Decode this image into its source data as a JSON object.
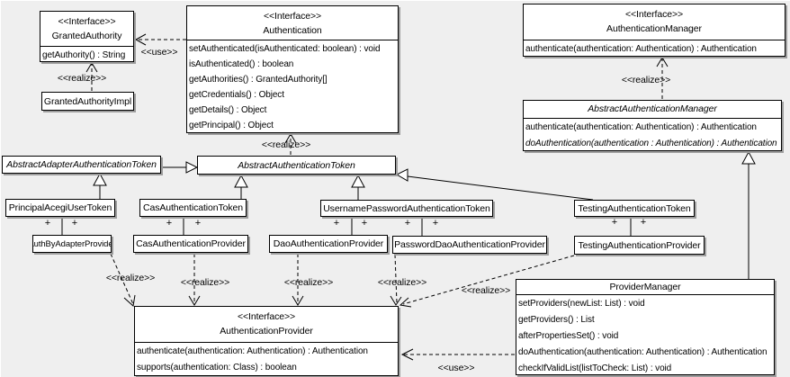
{
  "stereotypes": {
    "interface": "<<Interface>>",
    "realize": "<<realize>>",
    "use": "<<use>>",
    "plus": "+"
  },
  "classes": {
    "granted_authority": {
      "stereotype": "<<Interface>>",
      "name": "GrantedAuthority",
      "methods": [
        "getAuthority() : String"
      ]
    },
    "granted_authority_impl": {
      "name": "GrantedAuthorityImpl"
    },
    "authentication": {
      "stereotype": "<<Interface>>",
      "name": "Authentication",
      "methods": [
        "setAuthenticated(isAuthenticated: boolean) : void",
        "isAuthenticated() : boolean",
        "getAuthorities() : GrantedAuthority[]",
        "getCredentials() : Object",
        "getDetails() : Object",
        "getPrincipal() : Object"
      ]
    },
    "authentication_manager": {
      "stereotype": "<<Interface>>",
      "name": "AuthenticationManager",
      "methods": [
        "authenticate(authentication: Authentication) : Authentication"
      ]
    },
    "abstract_authentication_manager": {
      "name": "AbstractAuthenticationManager",
      "methods": [
        "authenticate(authentication: Authentication) : Authentication",
        "doAuthentication(authentication : Authentication) : Authentication"
      ]
    },
    "abstract_adapter_authentication_token": {
      "name": "AbstractAdapterAuthenticationToken"
    },
    "abstract_authentication_token": {
      "name": "AbstractAuthenticationToken"
    },
    "principal_acegi_user_token": {
      "name": "PrincipalAcegiUserToken"
    },
    "cas_authentication_token": {
      "name": "CasAuthenticationToken"
    },
    "username_password_authentication_token": {
      "name": "UsernamePasswordAuthenticationToken"
    },
    "testing_authentication_token": {
      "name": "TestingAuthenticationToken"
    },
    "auth_by_adapter_provider": {
      "name": "AuthByAdapterProvider"
    },
    "cas_authentication_provider": {
      "name": "CasAuthenticationProvider"
    },
    "dao_authentication_provider": {
      "name": "DaoAuthenticationProvider"
    },
    "password_dao_authentication_provider": {
      "name": "PasswordDaoAuthenticationProvider"
    },
    "testing_authentication_provider": {
      "name": "TestingAuthenticationProvider"
    },
    "authentication_provider": {
      "stereotype": "<<Interface>>",
      "name": "AuthenticationProvider",
      "methods": [
        "authenticate(authentication: Authentication) : Authentication",
        "supports(authentication: Class) : boolean"
      ]
    },
    "provider_manager": {
      "name": "ProviderManager",
      "methods": [
        "setProviders(newList: List) : void",
        "getProviders() : List",
        "afterPropertiesSet() : void",
        "doAuthentication(authentication: Authentication) : Authentication",
        "checkIfValidList(listToCheck: List) : void"
      ]
    }
  }
}
